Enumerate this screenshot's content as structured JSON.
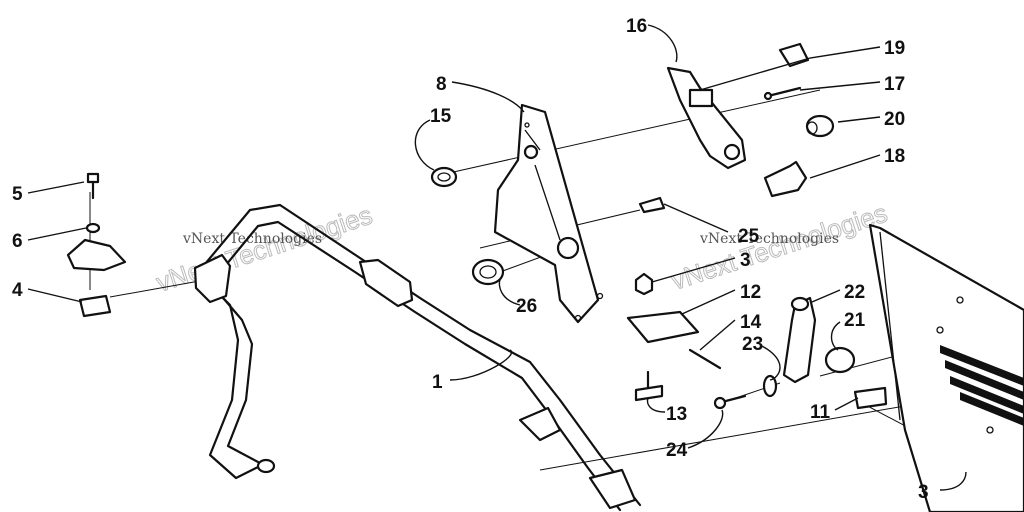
{
  "callouts": {
    "c1": "1",
    "c3a": "3",
    "c3b": "3",
    "c4": "4",
    "c5": "5",
    "c6": "6",
    "c8": "8",
    "c11": "11",
    "c12": "12",
    "c13": "13",
    "c14": "14",
    "c15": "15",
    "c16": "16",
    "c17": "17",
    "c18": "18",
    "c19": "19",
    "c20": "20",
    "c21": "21",
    "c22": "22",
    "c23": "23",
    "c24": "24",
    "c25": "25",
    "c26": "26"
  },
  "watermarks": {
    "left_small": "vNext Technologies",
    "left_big": "vNext Technologies",
    "right_small": "vNext Technologies",
    "right_big": "vNext Technologies"
  }
}
